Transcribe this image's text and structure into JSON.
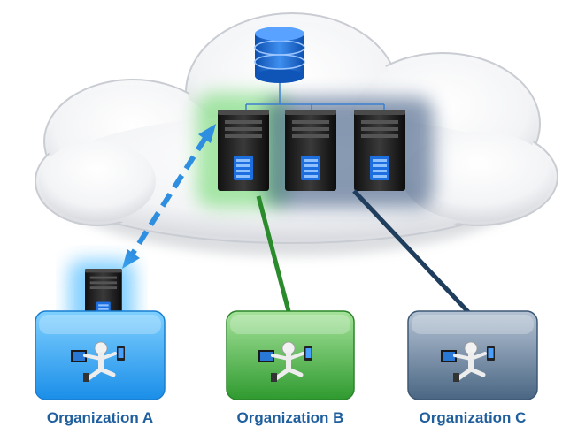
{
  "organizations": [
    {
      "label": "Organization A",
      "color": "#1b8fd8"
    },
    {
      "label": "Organization B",
      "color": "#2f8a2f"
    },
    {
      "label": "Organization C",
      "color": "#2c4a6a"
    }
  ],
  "colors": {
    "label_text": "#1f5f9e",
    "org_a_link": "#2e8ee0",
    "org_b_link": "#2b8a2b",
    "org_c_link": "#1f3d5c",
    "database": "#1f6fd6"
  },
  "icons": {
    "cloud": "cloud-icon",
    "database": "database-icon",
    "server": "server-tower-icon",
    "user": "stick-figure-user-icon"
  }
}
